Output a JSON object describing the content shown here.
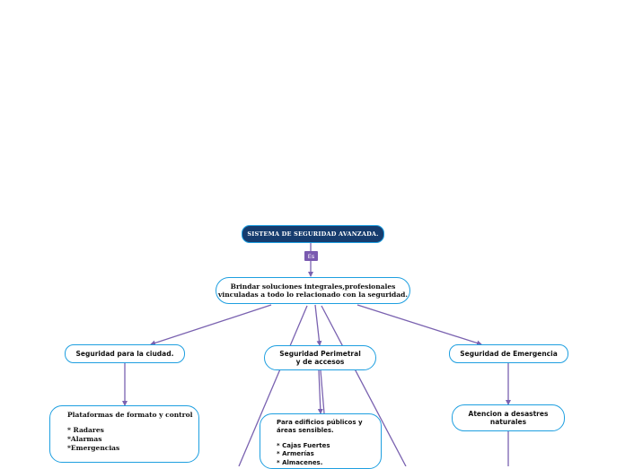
{
  "root": {
    "label": "SISTEMA DE SEGURIDAD AVANZADA."
  },
  "link": {
    "label": "Es"
  },
  "main": {
    "line1": "Brindar soluciones integrales,profesionales",
    "line2": "vinculadas a todo lo relacionado con la seguridad."
  },
  "branches": {
    "ciudad": {
      "label": "Seguridad para la ciudad."
    },
    "perimetral": {
      "line1": "Seguridad Perimetral",
      "line2": "y de accesos"
    },
    "emergencia": {
      "label": "Seguridad de Emergencia"
    }
  },
  "details": {
    "plataformas": {
      "title": "Plataformas de formato y control",
      "items": [
        "* Radares",
        "*Alarmas",
        "*Emergencias"
      ]
    },
    "edificios": {
      "line1": "Para edificios públicos y",
      "line2": "áreas sensibles.",
      "items": [
        "* Cajas Fuertes",
        "* Armerías",
        "* Almacenes."
      ]
    },
    "atencion": {
      "line1": "Atencion a desastres",
      "line2": "naturales"
    }
  },
  "colors": {
    "connector": "#7a62b0",
    "node_border": "#1e9fe0",
    "root_fill": "#163c6e",
    "label_fill": "#7a5ab0"
  }
}
